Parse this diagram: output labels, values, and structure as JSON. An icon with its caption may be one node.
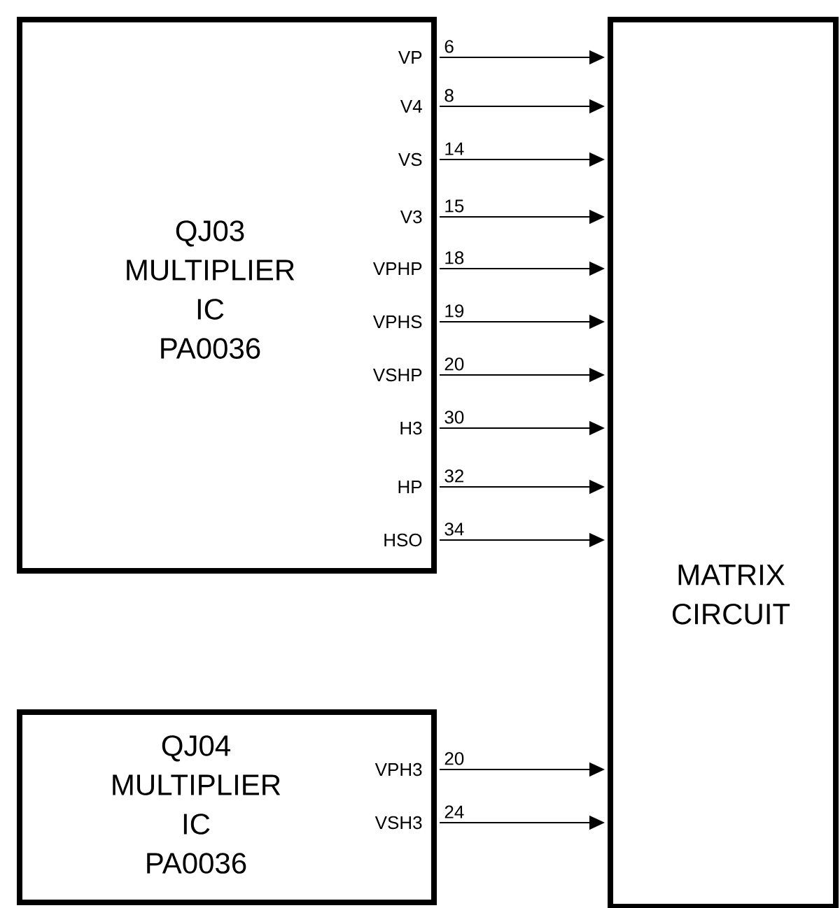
{
  "diagram": {
    "nodes": [
      {
        "text": [
          "QJ03 MULTIPLIER IC PA0036",
          "VP",
          "V4",
          "VS",
          "V3",
          "VPHP",
          "VPHS",
          "VSHP",
          "H3",
          "HP",
          "HSO"
        ]
      },
      {
        "text": [
          "MATRIX CIRCUIT"
        ]
      },
      {
        "text": [
          "QJ04 MULTIPLIER IC PA0036",
          "VPH3",
          "VSH3"
        ]
      }
    ],
    "edges": [
      {
        "from": 0,
        "to": 1,
        "arrow": "to",
        "label": "6"
      },
      {
        "from": 0,
        "to": 1,
        "arrow": "to",
        "label": "8"
      },
      {
        "from": 0,
        "to": 1,
        "arrow": "to",
        "label": "14"
      },
      {
        "from": 0,
        "to": 1,
        "arrow": "to",
        "label": "15"
      },
      {
        "from": 0,
        "to": 1,
        "arrow": "to",
        "label": "18"
      },
      {
        "from": 0,
        "to": 1,
        "arrow": "to",
        "label": "19"
      },
      {
        "from": 0,
        "to": 1,
        "arrow": "to",
        "label": "20"
      },
      {
        "from": 0,
        "to": 1,
        "arrow": "to",
        "label": "30"
      },
      {
        "from": 0,
        "to": 1,
        "arrow": "to",
        "label": "32"
      },
      {
        "from": 0,
        "to": 1,
        "arrow": "to",
        "label": "34"
      },
      {
        "from": 2,
        "to": 1,
        "arrow": "to",
        "label": "20"
      },
      {
        "from": 2,
        "to": 1,
        "arrow": "to",
        "label": "24"
      }
    ]
  }
}
